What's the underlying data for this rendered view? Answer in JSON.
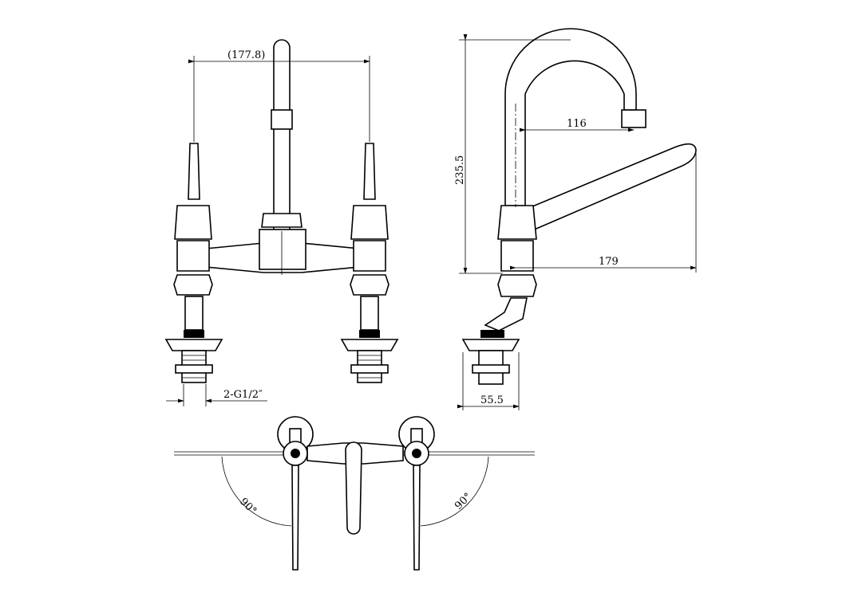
{
  "front_view": {
    "spacing_dim": "(177.8)",
    "thread_dim": "2-G1/2″"
  },
  "side_view": {
    "height_dim": "235.5",
    "reach_dim": "116",
    "lever_dim": "179",
    "base_dim": "55.5"
  },
  "top_view": {
    "left_angle": "90°",
    "right_angle": "90°"
  },
  "colors": {
    "line": "#000000",
    "background": "#ffffff"
  }
}
